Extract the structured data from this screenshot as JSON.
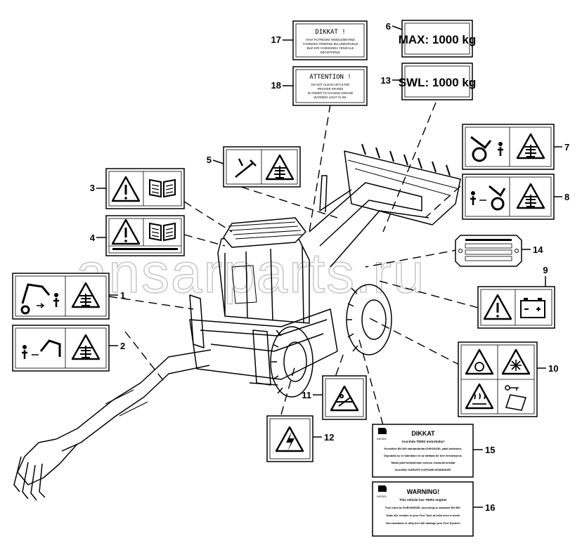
{
  "callouts": {
    "n1": "1",
    "n2": "2",
    "n3": "3",
    "n4": "4",
    "n5": "5",
    "n6": "6",
    "n7": "7",
    "n8": "8",
    "n9": "9",
    "n10": "10",
    "n11": "11",
    "n12": "12",
    "n13": "13",
    "n14": "14",
    "n15": "15",
    "n16": "16",
    "n17": "17",
    "n18": "18"
  },
  "labels": {
    "max_load": "MAX: 1000 kg",
    "swl_load": "SWL: 1000 kg",
    "dikkat_filter": {
      "title": "DIKKAT !",
      "lines": [
        "HAVA FILTRESINI TEMIZLEMEYINIZ",
        "YANINIZDA YEDEGINI BULUNDURUNUZ",
        "BUZ IKRI YANDIGINDA YENISI ILE",
        "DEGISTIRINIZ."
      ]
    },
    "attention_filter": {
      "title": "ATTENTION !",
      "lines": [
        "DO NOT CLEAN AIR FILTER",
        "PROVIDE SPARES",
        "IN ORDER TO CHANGE INDIANE",
        "WARNING LIGHT IS ON."
      ]
    },
    "dikkat_fuel": {
      "brand": "DIESEL",
      "title": "DIKKAT",
      "lines": [
        "Aracinda TIER2 motorludur!",
        "Kesinlikle EN 590 standardinda EURODIZEL yakit kullaniniz.",
        "Depodaki su ve kalıntıları en az haftada bir kere temizleyiniz.",
        "Hatali yakit kullanilmasi sonucu olusacak arizalar",
        "kesinlikle GARANTI KAPSAMI DISINDADIR."
      ]
    },
    "warning_fuel": {
      "brand": "DIESEL",
      "title": "WARNING!",
      "lines": [
        "This vehicle has TIER2 engine!",
        "Fuel must be EURODIESEL according to standard EN 590.",
        "Drain the residue in your Fuel Tank at least once a week!",
        "Non-standard or dirty fuel will damage your Fuel System!"
      ]
    }
  },
  "watermark": "ansarparts.ru"
}
